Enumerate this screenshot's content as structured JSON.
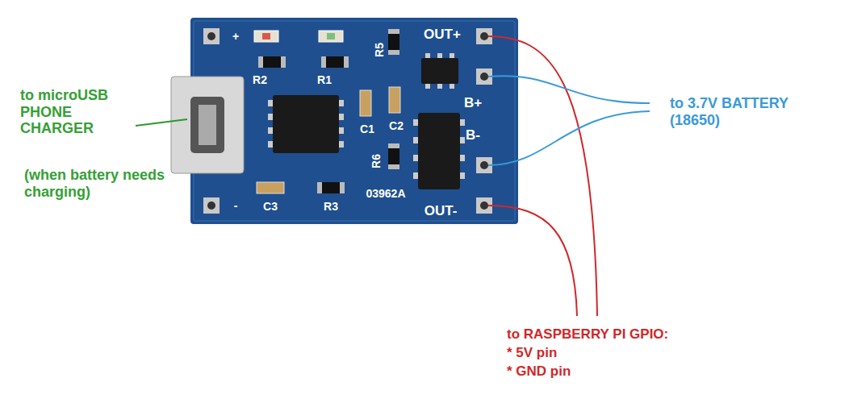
{
  "diagram": {
    "labels": [
      "+",
      "R2",
      "R1",
      "R5",
      "OUT+",
      "B+",
      "C1",
      "C2",
      "R6",
      "B-",
      "C3",
      "R3",
      "03962A",
      "OUT-",
      "-",
      "to microUSB PHONE CHARGER",
      "(when battery needs charging)",
      "to 3.7V BATTERY (18650)",
      "to RASPBERRY PI GPIO:",
      "* 5V pin",
      "* GND pin"
    ]
  }
}
